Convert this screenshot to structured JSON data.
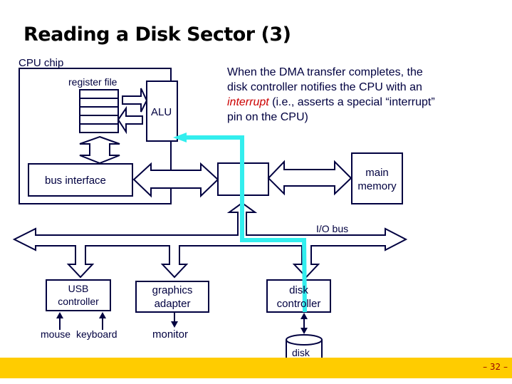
{
  "slide": {
    "title": "Reading a Disk Sector (3)",
    "page_number": "– 32 –"
  },
  "note": {
    "line1": "When the DMA transfer completes, the",
    "line2": "disk controller notifies the CPU with an",
    "line3_emph": "interrupt",
    "line3_rest": " (i.e., asserts a special “interrupt”",
    "line4": "pin on the CPU)"
  },
  "diagram": {
    "cpu_chip_label": "CPU chip",
    "register_file_label": "register file",
    "alu_label": "ALU",
    "bus_interface_label": "bus interface",
    "main_memory_line1": "main",
    "main_memory_line2": "memory",
    "io_bus_label": "I/O bus",
    "usb_line1": "USB",
    "usb_line2": "controller",
    "graphics_line1": "graphics",
    "graphics_line2": "adapter",
    "disk_ctrl_line1": "disk",
    "disk_ctrl_line2": "controller",
    "mouse_label": "mouse",
    "keyboard_label": "keyboard",
    "monitor_label": "monitor",
    "disk_label": "disk",
    "interrupt_path": "disk controller → I/O bus → CPU chip"
  },
  "colors": {
    "line": "#000040",
    "interrupt_path": "#33eeee",
    "emphasis": "#cc0000",
    "footer": "#ffcc00",
    "page_number": "#990000"
  }
}
